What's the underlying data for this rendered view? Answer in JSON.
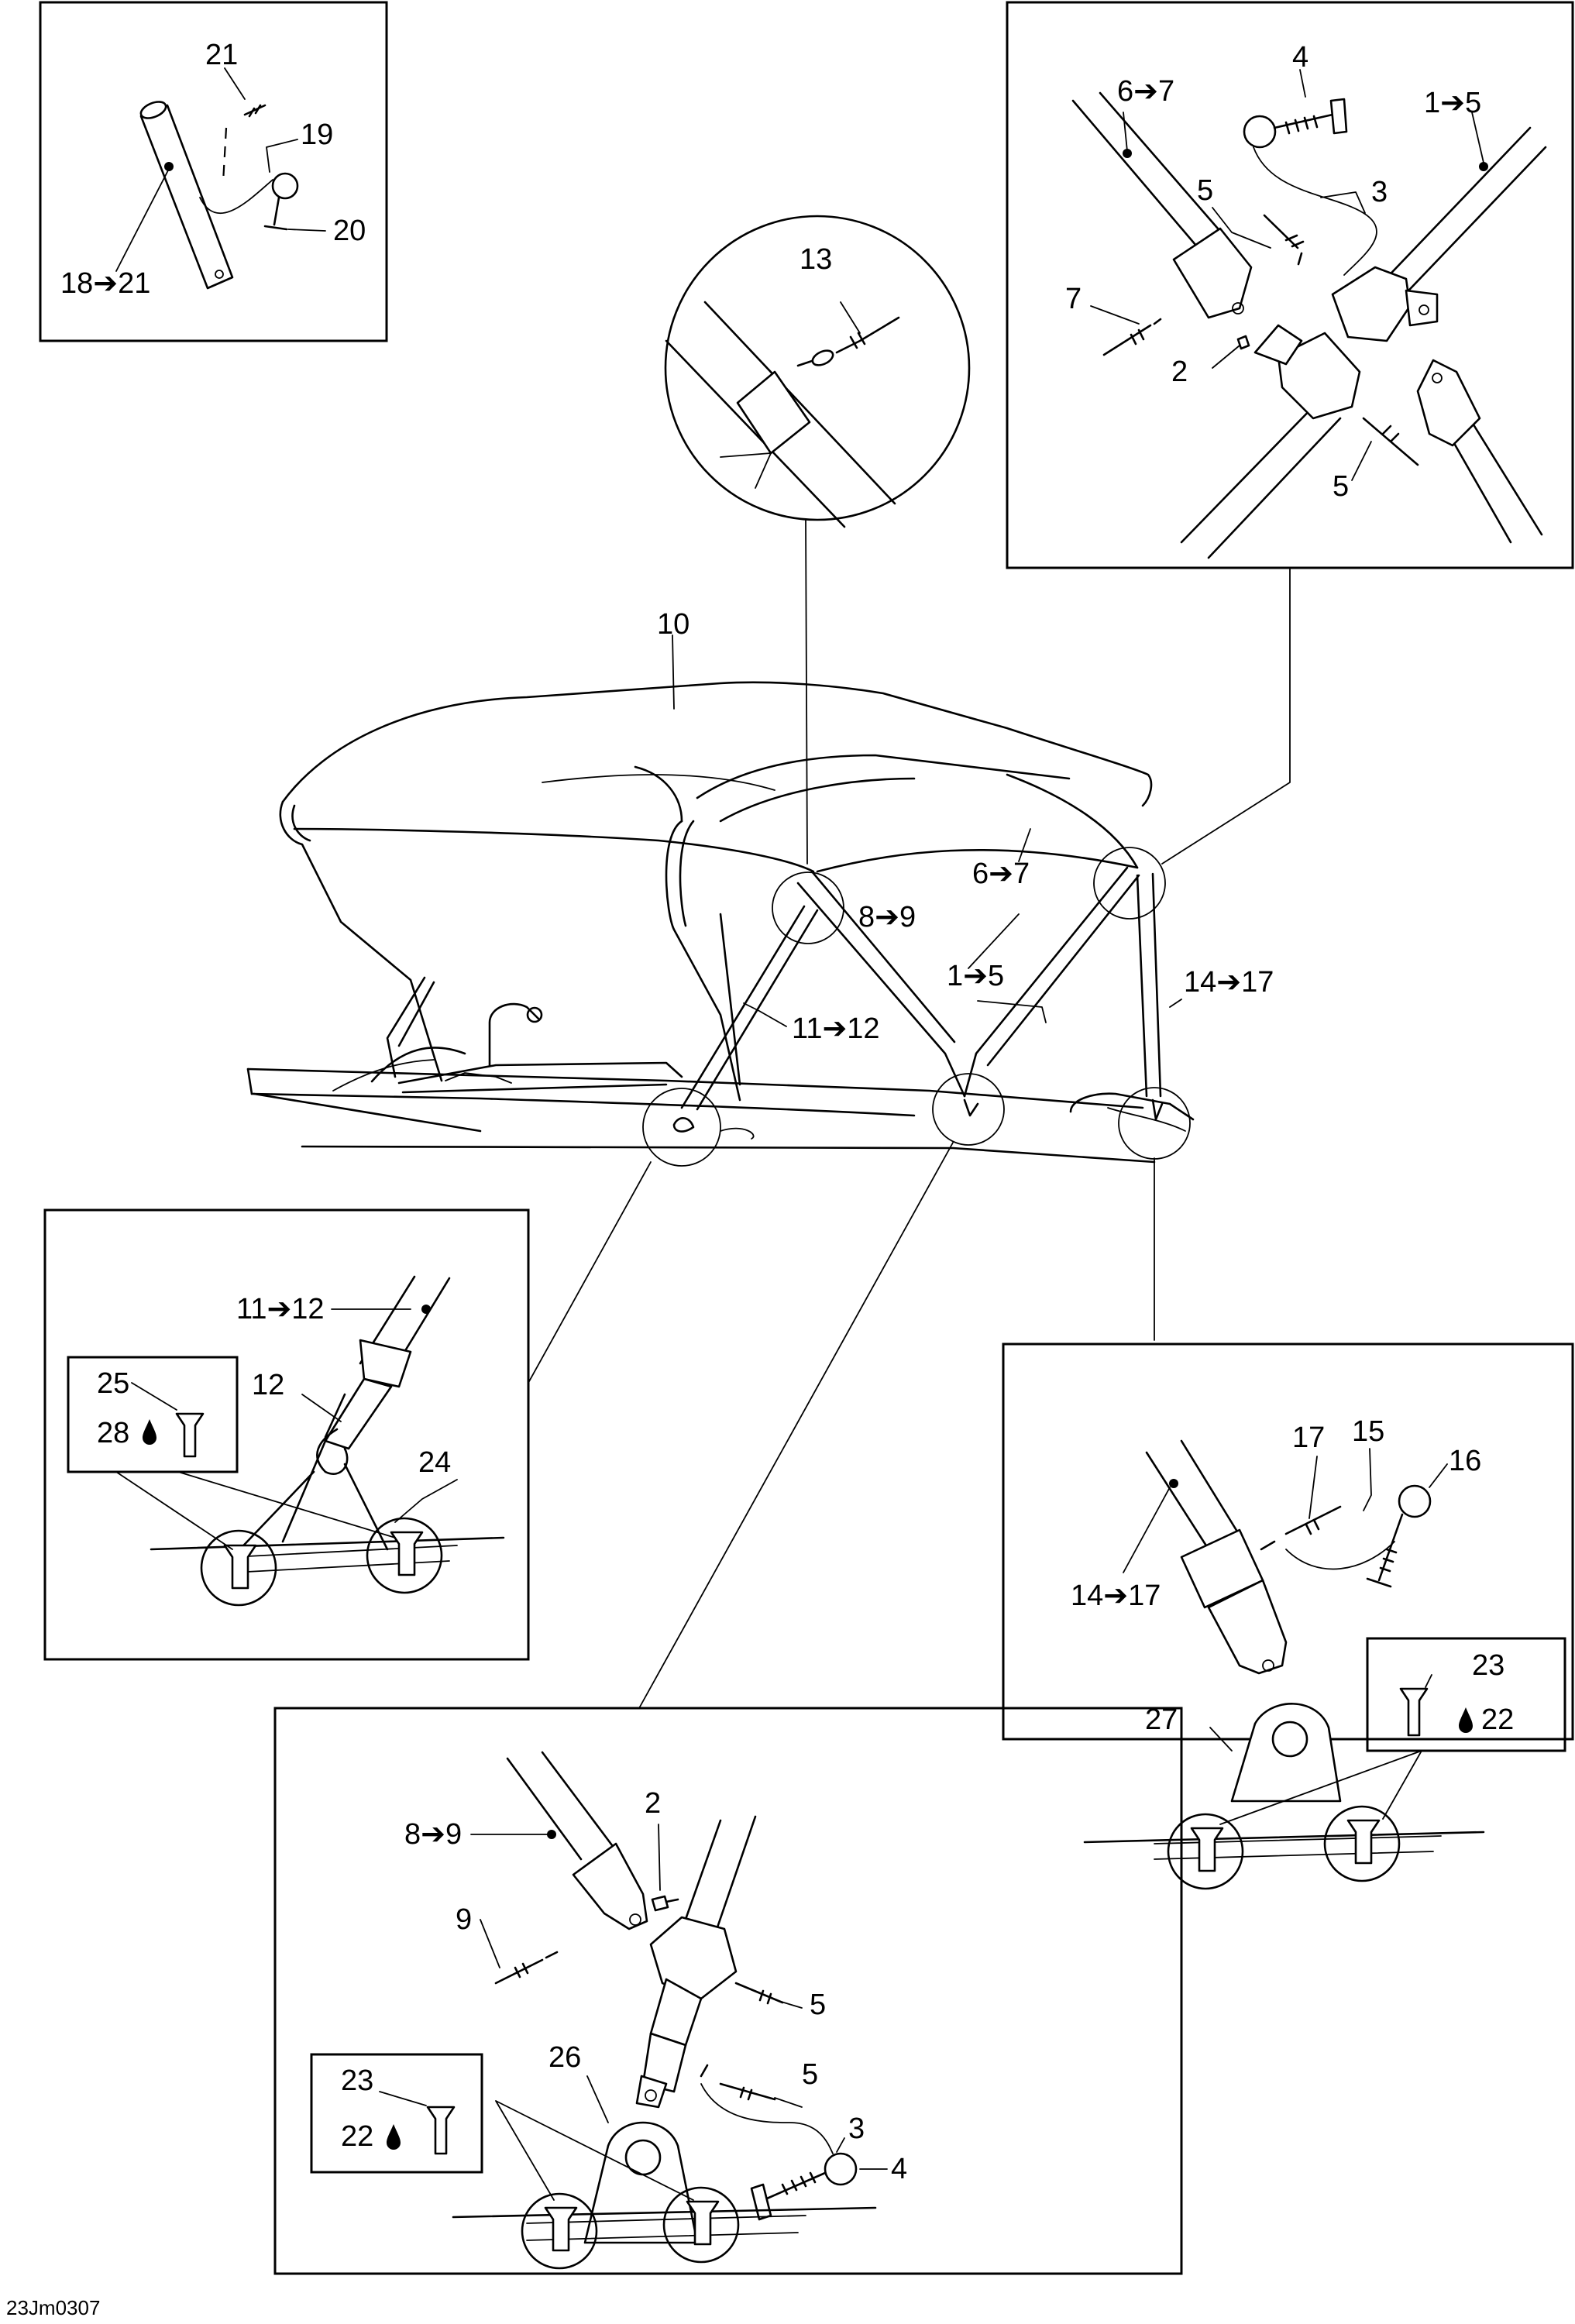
{
  "drawing_code": "23Jm0307",
  "labels": {
    "l_1_5_a": "1➔5",
    "l_1_5_b": "1➔5",
    "l_2_a": "2",
    "l_2_b": "2",
    "l_3_a": "3",
    "l_3_b": "3",
    "l_4_a": "4",
    "l_4_b": "4",
    "l_5_a": "5",
    "l_5_b": "5",
    "l_5_c": "5",
    "l_5_d": "5",
    "l_6_7_a": "6➔7",
    "l_6_7_b": "6➔7",
    "l_7": "7",
    "l_8_9_a": "8➔9",
    "l_8_9_b": "8➔9",
    "l_9": "9",
    "l_10": "10",
    "l_11_12_a": "11➔12",
    "l_11_12_b": "11➔12",
    "l_12": "12",
    "l_13": "13",
    "l_14_17_a": "14➔17",
    "l_14_17_b": "14➔17",
    "l_15": "15",
    "l_16": "16",
    "l_17": "17",
    "l_18_21": "18➔21",
    "l_19": "19",
    "l_20": "20",
    "l_21": "21",
    "l_22_a": "22",
    "l_22_b": "22",
    "l_23_a": "23",
    "l_23_b": "23",
    "l_24": "24",
    "l_25": "25",
    "l_26": "26",
    "l_27": "27",
    "l_28": "28"
  }
}
